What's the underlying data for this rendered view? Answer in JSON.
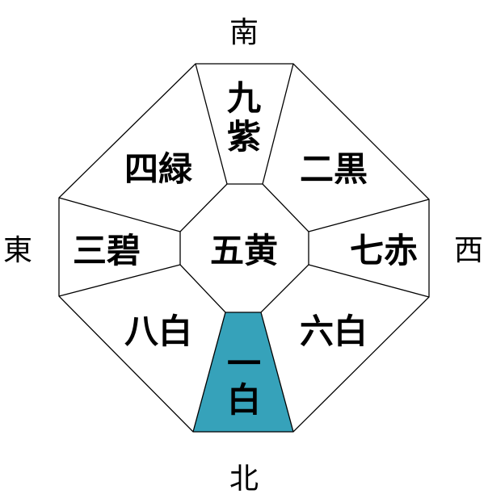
{
  "directions": {
    "south": "南",
    "north": "北",
    "east": "東",
    "west": "西"
  },
  "stars": {
    "center": "五黄",
    "south": [
      "九",
      "紫"
    ],
    "southwest_top": "二黒",
    "southeast_top": "四緑",
    "east": "三碧",
    "west": "七赤",
    "northeast": "八白",
    "northwest": "六白",
    "north": [
      "一",
      "白"
    ]
  },
  "colors": {
    "highlight": "#36a2ba",
    "line": "#000000"
  }
}
